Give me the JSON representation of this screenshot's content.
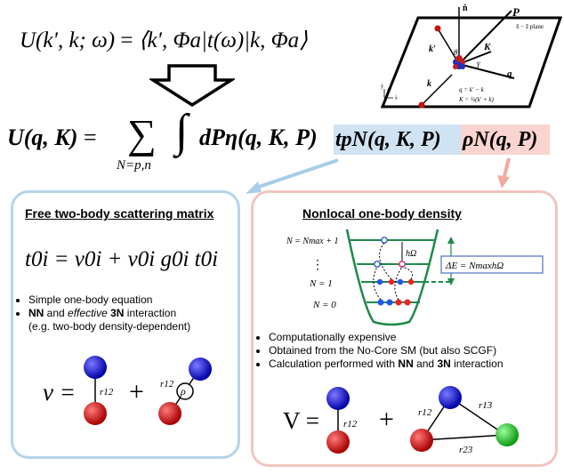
{
  "top_equation": {
    "lhs": "U(k′, k; ω)",
    "eq": "=",
    "rhs": "⟨k′, Φa|t(ω)|k, Φa⟩"
  },
  "main_equation": {
    "lhs": "U(q, K)",
    "eq": "=",
    "sum": "∑",
    "sum_index": "N=p,n",
    "integral": "∫",
    "integrand": "dPη(q, K, P)",
    "t_part": "tpN(q, K, P)",
    "rho_part": "ρN(q, P)"
  },
  "inset": {
    "n_hat": "n̂",
    "P": "P",
    "K": "K",
    "k_prime": "k′",
    "k": "k",
    "q": "q",
    "theta": "θ",
    "gamma": "γ",
    "plane": "x̂ − ẑ plane",
    "q_def": "q = k′ − k",
    "K_def": "K = ½(k′ + k)",
    "axis_y": "ŷ",
    "axis_x": "x̂",
    "axis_z": "ẑ"
  },
  "left_box": {
    "title": "Free two-body scattering matrix",
    "equation": "t0i = v0i + v0i g0i t0i",
    "bullets": [
      {
        "plain": "Simple one-body equation"
      },
      {
        "b1": "NN",
        "t1": " and ",
        "i1": "effective",
        "t2": " ",
        "b2": "3N",
        "t3": " interaction"
      },
      {
        "plain": "(e.g. two-body density-dependent)"
      }
    ],
    "potential_lhs": "v =",
    "plus": "+",
    "r12": "r12",
    "rho": "ρ"
  },
  "right_box": {
    "title": "Nonlocal one-body density",
    "levels": {
      "top": "N = Nmax + 1",
      "dots": "⋮",
      "n1": "N = 1",
      "n0": "N = 0",
      "hw": "hΩ",
      "delta_e": "ΔE = NmaxhΩ"
    },
    "bullets": [
      {
        "plain": "Computationally expensive"
      },
      {
        "plain": "Obtained from the No-Core SM (but also SCGF)"
      },
      {
        "t1": "Calculation performed with ",
        "b1": "NN",
        "t2": " and ",
        "b2": "3N",
        "t3": " interaction"
      }
    ],
    "potential_lhs": "V =",
    "plus": "+",
    "r12": "r12",
    "r13": "r13",
    "r23": "r23"
  },
  "colors": {
    "t_highlight": "#cfe3f2",
    "rho_highlight": "#f9d4d0",
    "left_border": "#b4d4ea",
    "right_border": "#f2c4c0",
    "arrow_blue": "#a9cde6",
    "arrow_pink": "#f1aaa2",
    "oscillator": "#1d8a4a",
    "sphere_blue": "#1010c8",
    "sphere_red": "#c81010",
    "sphere_green": "#22bb22"
  }
}
